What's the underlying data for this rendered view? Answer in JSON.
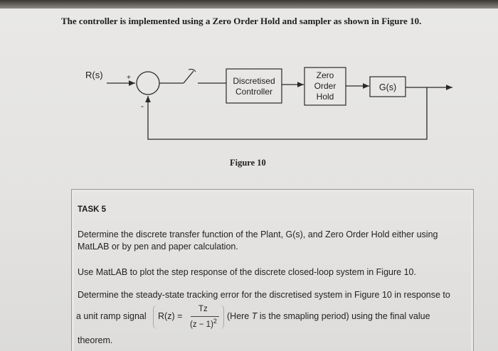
{
  "intro": "The controller is implemented using a Zero Order Hold and sampler as shown in Figure 10.",
  "diagram": {
    "input_label": "R(s)",
    "plus_sign": "+",
    "minus_sign": "-",
    "controller_label": [
      "Discretised",
      "Controller"
    ],
    "zoh_label": [
      "Zero",
      "Order",
      "Hold"
    ],
    "plant_label": "G(s)",
    "caption": "Figure 10"
  },
  "task": {
    "heading": "TASK 5",
    "p1": "Determine the discrete transfer function of the Plant, G(s), and Zero Order Hold either using MatLAB or by pen and paper calculation.",
    "p2": "Use MatLAB to plot the step response of the discrete closed-loop system in Figure 10.",
    "p3": "Determine the steady-state tracking error for the discretised system in Figure 10 in response to",
    "ramp_prefix": "a unit ramp signal",
    "formula": {
      "lhs": "R(z) =",
      "numerator": "Tz",
      "denominator": "(z − 1)",
      "exponent": "2"
    },
    "ramp_suffix_before": "(Here ",
    "ramp_suffix_var": "T",
    "ramp_suffix_after": " is the smapling period) using the final value",
    "p4": "theorem."
  }
}
